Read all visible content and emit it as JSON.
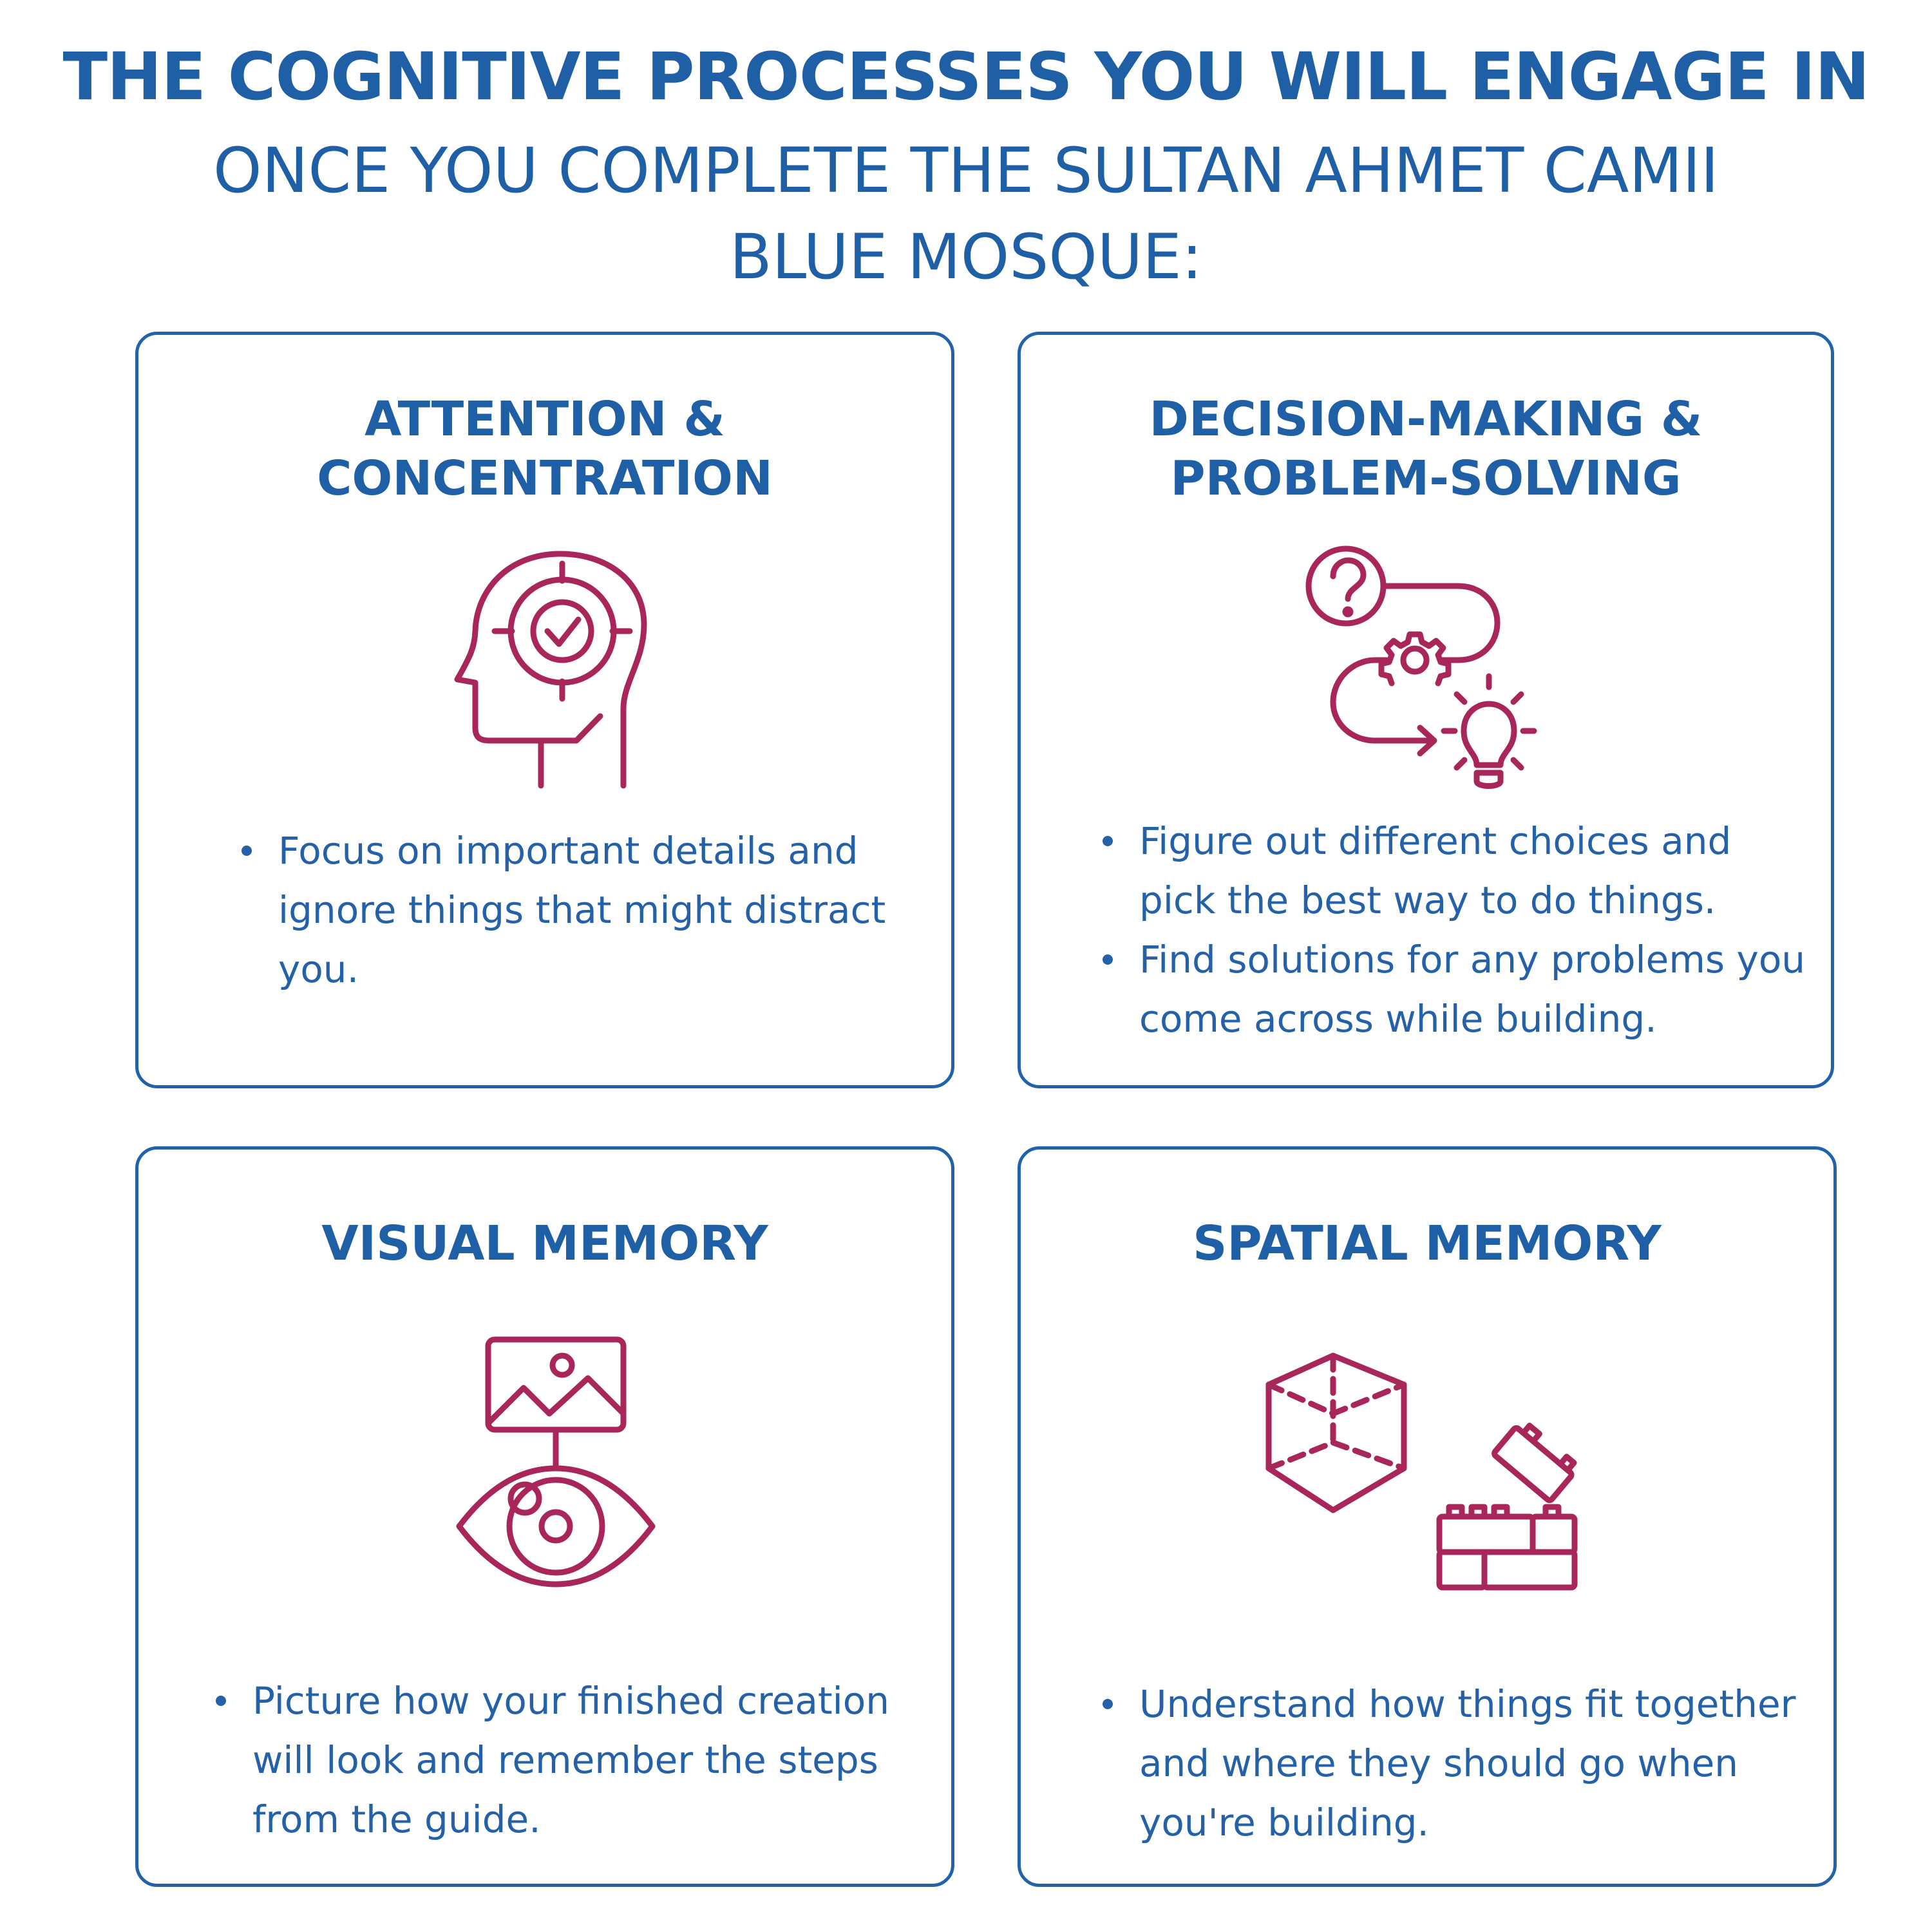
{
  "header": {
    "title_line1": "THE COGNITIVE PROCESSES YOU WILL ENGAGE IN",
    "title_line2": "ONCE YOU COMPLETE THE SULTAN AHMET CAMII",
    "title_line3": "BLUE MOSQUE:"
  },
  "colors": {
    "primary_blue": "#1f5fa6",
    "icon_magenta": "#a8265a"
  },
  "cards": [
    {
      "title_line1": "ATTENTION &",
      "title_line2": "CONCENTRATION",
      "icon": "head-target-icon",
      "bullets": [
        "Focus on important details and ignore things that might distract you."
      ]
    },
    {
      "title_line1": "DECISION-MAKING &",
      "title_line2": "PROBLEM-SOLVING",
      "icon": "question-gear-lightbulb-icon",
      "bullets": [
        "Figure out different choices and pick the best way to do things.",
        "Find solutions for any problems you come across while building."
      ]
    },
    {
      "title_line1": "VISUAL MEMORY",
      "icon": "picture-eye-icon",
      "bullets": [
        "Picture how your finished creation will look and remember the steps from the guide."
      ]
    },
    {
      "title_line1": "SPATIAL MEMORY",
      "icon": "cube-blocks-icon",
      "bullets": [
        "Understand how things fit together and where they should go when you're building."
      ]
    }
  ]
}
